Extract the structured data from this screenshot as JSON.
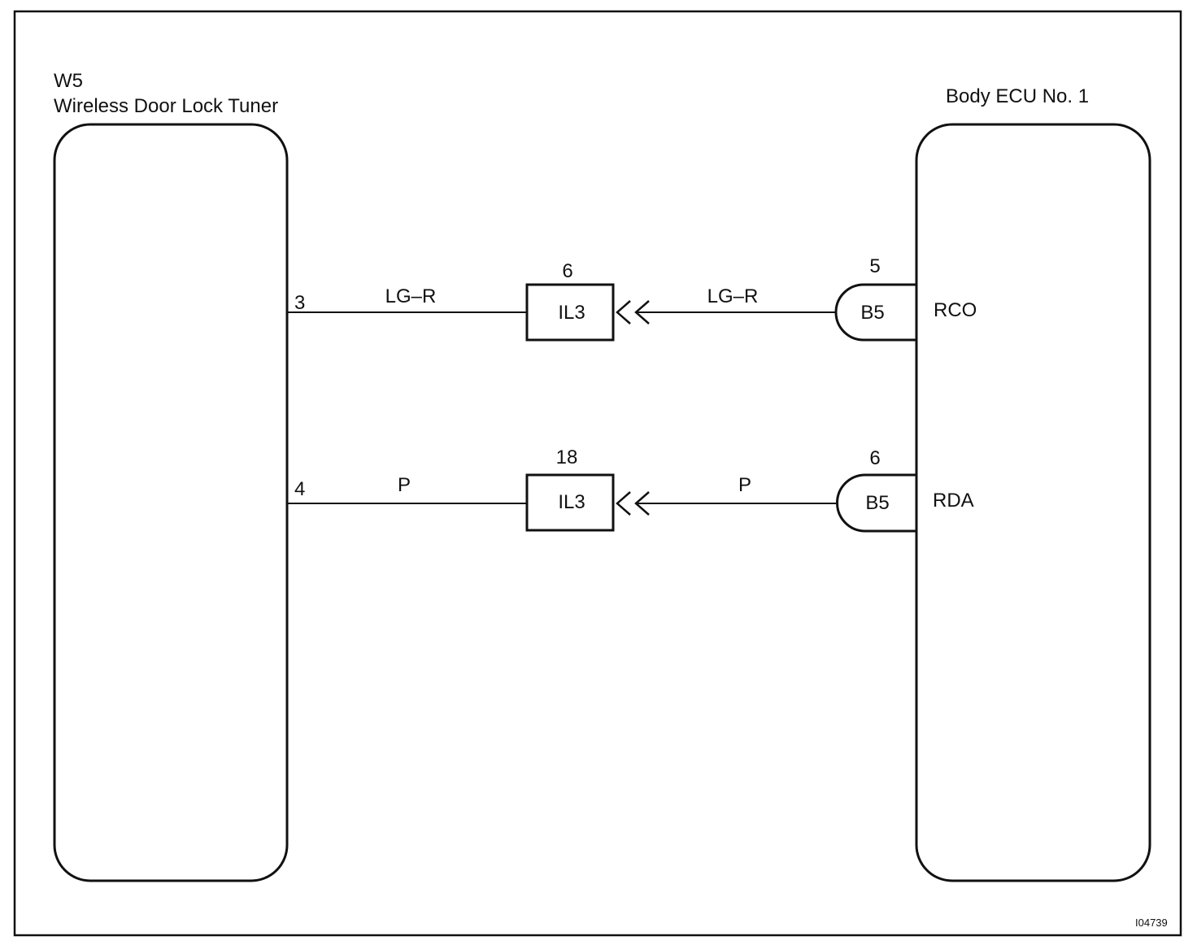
{
  "left_component": {
    "code": "W5",
    "name": "Wireless Door Lock Tuner"
  },
  "right_component": {
    "name": "Body ECU No. 1"
  },
  "circuits": [
    {
      "tuner_pin": "3",
      "wire_color_left": "LG–R",
      "junction_pin": "6",
      "junction_label": "IL3",
      "wire_color_right": "LG–R",
      "ecu_pin": "5",
      "ecu_connector": "B5",
      "signal": "RCO"
    },
    {
      "tuner_pin": "4",
      "wire_color_left": "P",
      "junction_pin": "18",
      "junction_label": "IL3",
      "wire_color_right": "P",
      "ecu_pin": "6",
      "ecu_connector": "B5",
      "signal": "RDA"
    }
  ],
  "figure_id": "I04739",
  "colors": {
    "line": "#111111",
    "background": "#ffffff"
  }
}
